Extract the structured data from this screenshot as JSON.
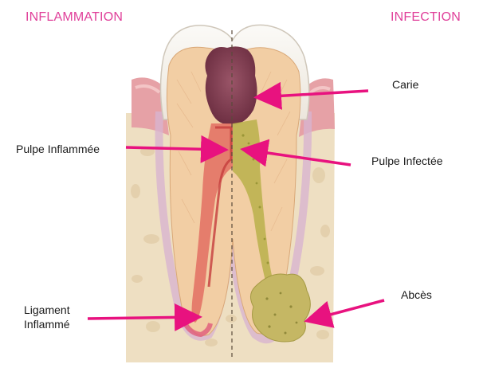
{
  "headings": {
    "left": "INFLAMMATION",
    "right": "INFECTION"
  },
  "labels": {
    "carie": "Carie",
    "pulpe_inflammee": "Pulpe Inflammée",
    "pulpe_infectee": "Pulpe Infectée",
    "abces": "Abcès",
    "ligament_line1": "Ligament",
    "ligament_line2": "Inflammé"
  },
  "colors": {
    "accent": "#e0409a",
    "arrow": "#e8127f",
    "bone": "#efe0c4",
    "enamel": "#f6f2ec",
    "dentin": "#f3cfa3",
    "gum": "#e9a9ad",
    "caries": "#7d3b4f",
    "inflamed_pulp": "#e06a5f",
    "infected_pulp": "#b8ae4a"
  }
}
